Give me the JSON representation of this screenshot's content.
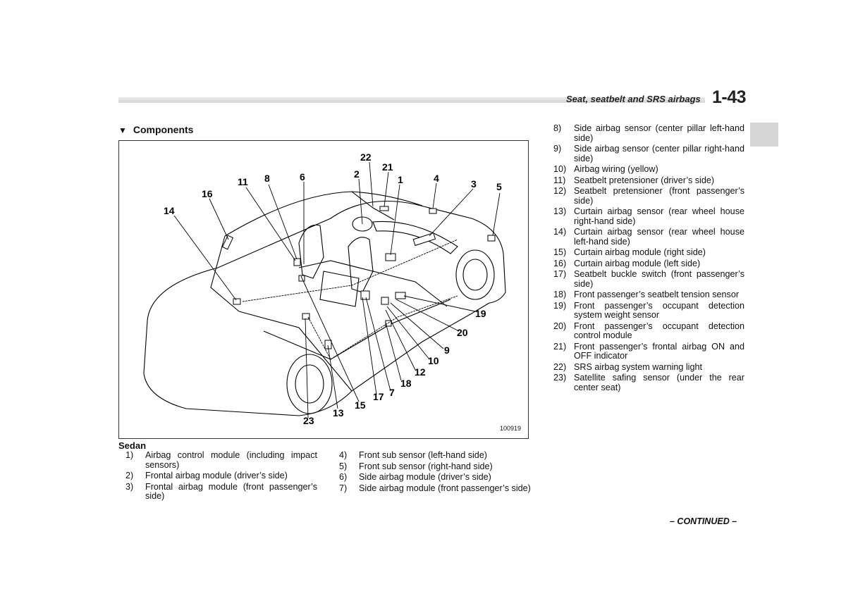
{
  "header": {
    "title": "Seat, seatbelt and SRS airbags",
    "page_number": "1-43"
  },
  "section": {
    "marker": "▼",
    "heading": "Components"
  },
  "figure": {
    "code": "100919",
    "caption": "Sedan",
    "callouts": [
      "22",
      "21",
      "2",
      "8",
      "6",
      "11",
      "1",
      "4",
      "3",
      "5",
      "16",
      "14",
      "19",
      "20",
      "9",
      "10",
      "12",
      "18",
      "7",
      "17",
      "15",
      "13",
      "23"
    ]
  },
  "list_a": [
    {
      "num": "1)",
      "text": "Airbag control module (including impact sensors)"
    },
    {
      "num": "2)",
      "text": "Frontal airbag module (driver’s side)"
    },
    {
      "num": "3)",
      "text": "Frontal airbag module (front passenger’s side)"
    }
  ],
  "list_b": [
    {
      "num": "4)",
      "text": "Front sub sensor (left-hand side)"
    },
    {
      "num": "5)",
      "text": "Front sub sensor (right-hand side)"
    },
    {
      "num": "6)",
      "text": "Side airbag module (driver’s side)"
    },
    {
      "num": "7)",
      "text": "Side airbag module (front passenger’s side)"
    }
  ],
  "list_c": [
    {
      "num": "8)",
      "text": "Side airbag sensor (center pillar left-hand side)"
    },
    {
      "num": "9)",
      "text": "Side airbag sensor (center pillar right-hand side)"
    },
    {
      "num": "10)",
      "text": "Airbag wiring (yellow)"
    },
    {
      "num": "11)",
      "text": "Seatbelt pretensioner (driver’s side)"
    },
    {
      "num": "12)",
      "text": "Seatbelt pretensioner (front passenger’s side)"
    },
    {
      "num": "13)",
      "text": "Curtain airbag sensor (rear wheel house right-hand side)"
    },
    {
      "num": "14)",
      "text": "Curtain airbag sensor (rear wheel house left-hand side)"
    },
    {
      "num": "15)",
      "text": "Curtain airbag module (right side)"
    },
    {
      "num": "16)",
      "text": "Curtain airbag module (left side)"
    },
    {
      "num": "17)",
      "text": "Seatbelt buckle switch (front passenger’s side)"
    },
    {
      "num": "18)",
      "text": "Front passenger’s seatbelt tension sensor"
    },
    {
      "num": "19)",
      "text": "Front passenger’s occupant detection system weight sensor"
    },
    {
      "num": "20)",
      "text": "Front passenger’s occupant detection control module"
    },
    {
      "num": "21)",
      "text": "Front passenger’s frontal airbag ON and OFF indicator"
    },
    {
      "num": "22)",
      "text": "SRS airbag system warning light"
    },
    {
      "num": "23)",
      "text": "Satellite safing sensor (under the rear center seat)"
    }
  ],
  "footer": {
    "continued": "– CONTINUED –"
  }
}
